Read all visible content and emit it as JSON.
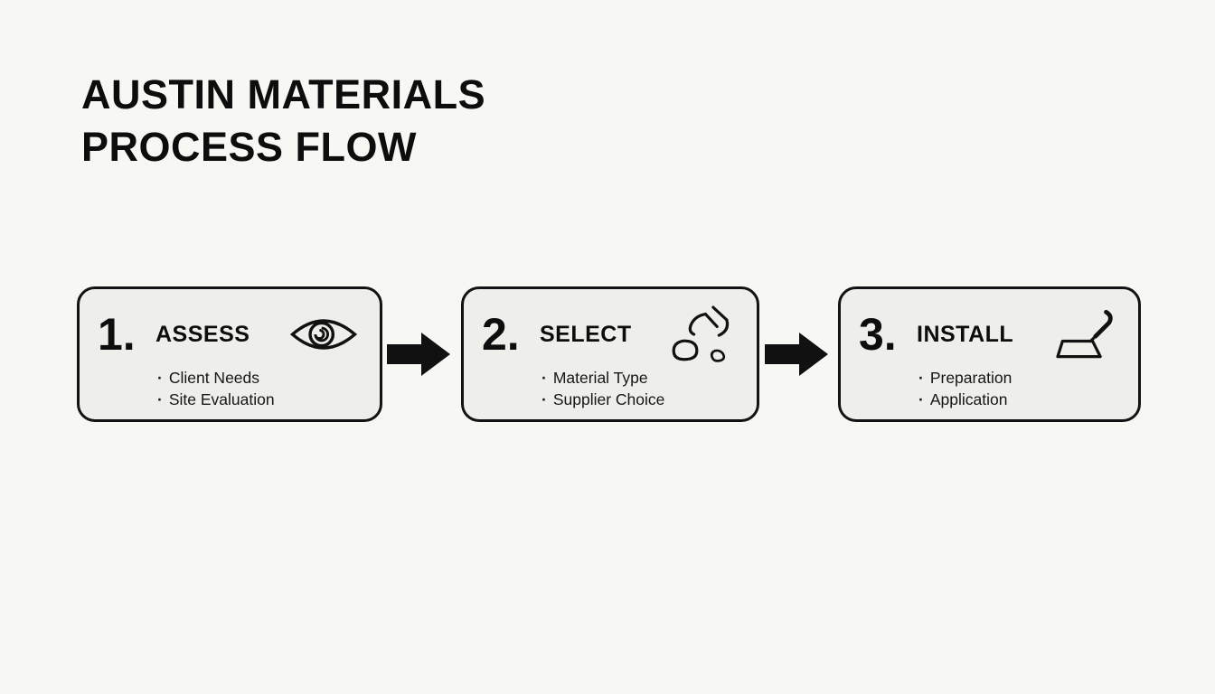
{
  "title": {
    "line1": "AUSTIN MATERIALS",
    "line2": "PROCESS FLOW"
  },
  "steps": [
    {
      "number": "1.",
      "label": "ASSESS",
      "icon": "eye-icon",
      "bullets": [
        "Client Needs",
        "Site Evaluation"
      ]
    },
    {
      "number": "2.",
      "label": "SELECT",
      "icon": "hand-picking-stone-icon",
      "bullets": [
        "Material Type",
        "Supplier Choice"
      ]
    },
    {
      "number": "3.",
      "label": "INSTALL",
      "icon": "trowel-icon",
      "bullets": [
        "Preparation",
        "Application"
      ]
    }
  ],
  "colors": {
    "background": "#f7f7f4",
    "box_fill": "#eeeeeb",
    "line": "#111111",
    "text": "#111111"
  }
}
